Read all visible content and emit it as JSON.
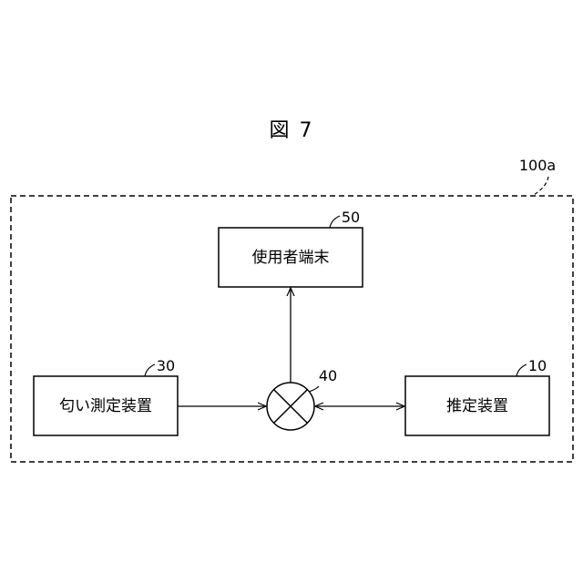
{
  "figure": {
    "title": "図 7"
  },
  "system": {
    "ref": "100a"
  },
  "nodes": {
    "user_terminal": {
      "label": "使用者端末",
      "ref": "50"
    },
    "odor_device": {
      "label": "匂い測定装置",
      "ref": "30"
    },
    "estimation_device": {
      "label": "推定装置",
      "ref": "10"
    },
    "hub": {
      "ref": "40"
    }
  }
}
